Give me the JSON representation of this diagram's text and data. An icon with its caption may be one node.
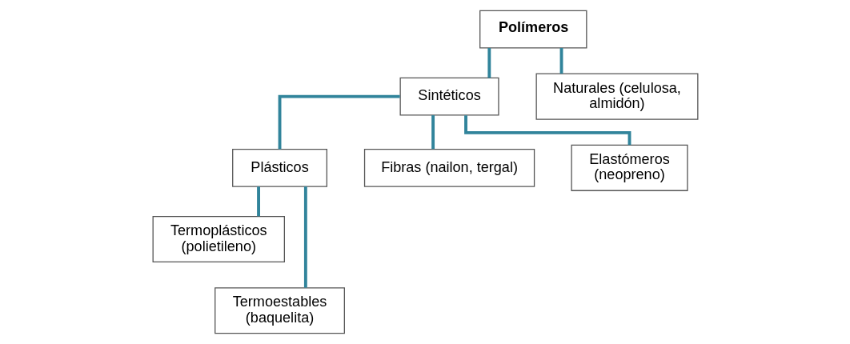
{
  "diagram": {
    "nodes": [
      {
        "text": [
          "Polímeros"
        ]
      },
      {
        "text": [
          "Sintéticos"
        ]
      },
      {
        "text": [
          "Naturales (celulosa, almidón)"
        ]
      },
      {
        "text": [
          "Plásticos"
        ]
      },
      {
        "text": [
          "Fibras (nailon, tergal)"
        ]
      },
      {
        "text": [
          "Elastómeros (neopreno)"
        ]
      },
      {
        "text": [
          "Termoplásticos (polietileno)"
        ]
      },
      {
        "text": [
          "Termoestables (baquelita)"
        ]
      }
    ],
    "edges": [
      {
        "from": 0,
        "to": 1,
        "arrow": "none"
      },
      {
        "from": 0,
        "to": 2,
        "arrow": "none"
      },
      {
        "from": 1,
        "to": 3,
        "arrow": "none"
      },
      {
        "from": 1,
        "to": 4,
        "arrow": "none"
      },
      {
        "from": 1,
        "to": 5,
        "arrow": "none"
      },
      {
        "from": 3,
        "to": 6,
        "arrow": "none"
      },
      {
        "from": 3,
        "to": 7,
        "arrow": "none"
      }
    ]
  }
}
